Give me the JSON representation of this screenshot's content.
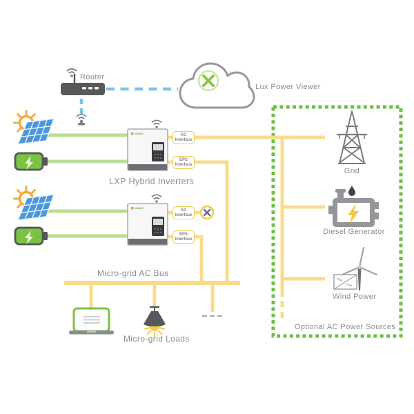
{
  "diagram": {
    "router_label": "Router",
    "cloud_label": "Lux Power Viewer",
    "inverters_label": "LXP Hybrid Inverters",
    "bus_label": "Micro-grid AC Bus",
    "loads_label": "Micro-grid Loads",
    "grid_label": "Grid",
    "diesel_label": "Diesel Generator",
    "wind_label": "Wind Power",
    "optional_label": "Optional AC Power Sources",
    "interfaces": {
      "ac1": {
        "line1": "AC",
        "line2": "Interface"
      },
      "eps1": {
        "line1": "EPS",
        "line2": "Interface"
      },
      "ac2": {
        "line1": "AC",
        "line2": "Interface"
      },
      "eps2": {
        "line1": "EPS",
        "line2": "Interface"
      }
    },
    "icons": [
      "wifi-icon",
      "router-icon",
      "wifi-receiver-icon",
      "cloud-icon",
      "lux-logo-x-icon",
      "sun-icon",
      "solar-panel-icon",
      "battery-icon",
      "inverter-icon",
      "disconnect-x-icon",
      "grid-tower-icon",
      "diesel-generator-icon",
      "wind-turbine-icon",
      "laptop-icon",
      "lamp-icon",
      "more-loads-ellipsis-icon"
    ],
    "colors": {
      "wire_yellow": "#F8DC8C",
      "wire_green": "#BBDC96",
      "wire_blue": "#7FC0E8",
      "interface_border": "#F2C94C",
      "optional_box_border": "#6CBE45",
      "battery_green": "#7CC242",
      "panel_blue": "#4A97DB",
      "sun_orange": "#F3AC3C",
      "logo_green": "#8CC63F",
      "device_gray": "#57585A",
      "text_gray": "#8A8C8E"
    }
  }
}
